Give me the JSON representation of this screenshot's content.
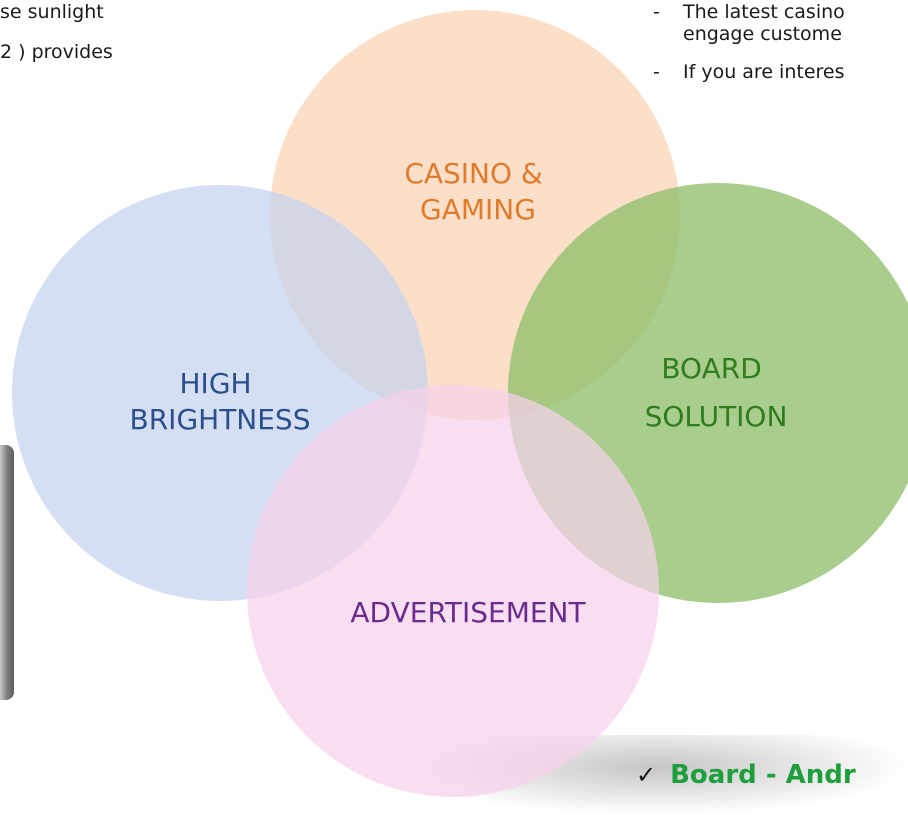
{
  "left_text": {
    "line1": "se sunlight",
    "line2": "2 ) provides"
  },
  "right_text": {
    "line1": "The latest casino",
    "line2": "engage custome",
    "line3": "If you are interes",
    "bullet": "-"
  },
  "venn": {
    "circles": [
      {
        "name": "casino",
        "lines": [
          "CASINO &",
          "GAMING"
        ],
        "fill": "#f9d2b4",
        "text_color": "#e07b2c"
      },
      {
        "name": "board",
        "lines": [
          "BOARD",
          "SOLUTION"
        ],
        "fill": "#8fbf6b",
        "text_color": "#2f7d1d"
      },
      {
        "name": "brightness",
        "lines": [
          "HIGH",
          "BRIGHTNESS"
        ],
        "fill": "#c5d3ee",
        "text_color": "#2b4f8c"
      },
      {
        "name": "advertisement",
        "lines": [
          "ADVERTISEMENT"
        ],
        "fill": "#f5d1ea",
        "text_color": "#6a2a8e"
      }
    ]
  },
  "footer": {
    "check_icon": "checkmark-icon",
    "label": "Board - Andr",
    "color": "#1e9e3c"
  }
}
